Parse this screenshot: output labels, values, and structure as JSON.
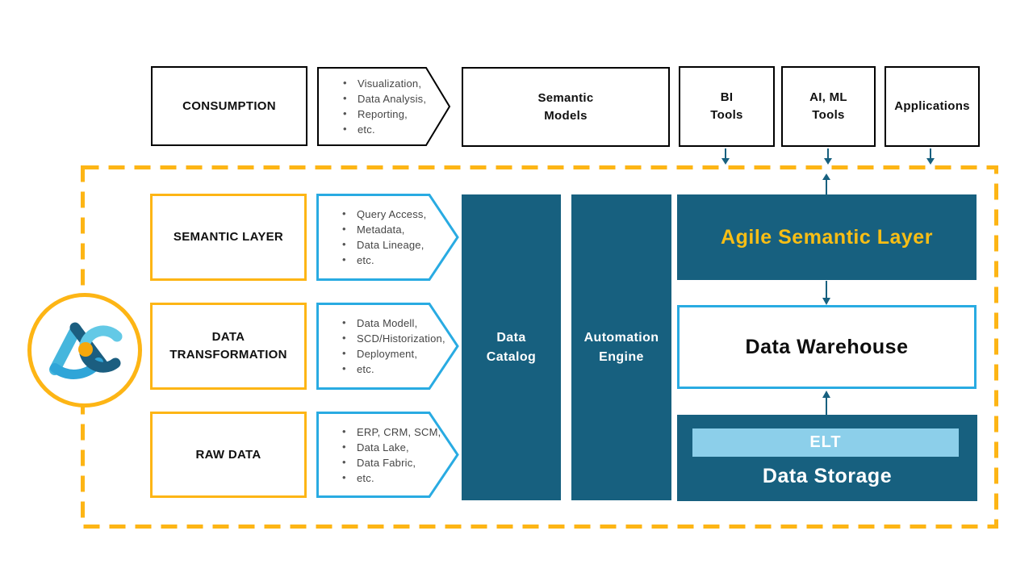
{
  "colors": {
    "teal": "#17607F",
    "accent_blue": "#29ABE2",
    "light_blue": "#8CCFEA",
    "yellow": "#FDB515",
    "bullet_text": "#454545"
  },
  "logo": {
    "name": "ac-monogram"
  },
  "top_row": {
    "consumption_label": "CONSUMPTION",
    "consumption_bullets": [
      "Visualization,",
      "Data Analysis,",
      "Reporting,",
      "etc."
    ],
    "semantic_models_label": "Semantic\nModels",
    "bi_tools_label": "BI\nTools",
    "ai_ml_tools_label": "AI, ML\nTools",
    "applications_label": "Applications"
  },
  "layers": [
    {
      "label": "SEMANTIC LAYER",
      "bullets": [
        "Query Access,",
        "Metadata,",
        "Data Lineage,",
        "etc."
      ]
    },
    {
      "label": "DATA\nTRANSFORMATION",
      "bullets": [
        "Data Modell,",
        "SCD/Historization,",
        "Deployment,",
        "etc."
      ]
    },
    {
      "label": "RAW DATA",
      "bullets": [
        "ERP, CRM, SCM,",
        "Data Lake,",
        "Data Fabric,",
        "etc."
      ]
    }
  ],
  "pillars": {
    "data_catalog_label": "Data\nCatalog",
    "automation_engine_label": "Automation\nEngine"
  },
  "stack": {
    "agile_semantic_layer_label": "Agile Semantic Layer",
    "data_warehouse_label": "Data Warehouse",
    "elt_label": "ELT",
    "data_storage_label": "Data Storage"
  }
}
